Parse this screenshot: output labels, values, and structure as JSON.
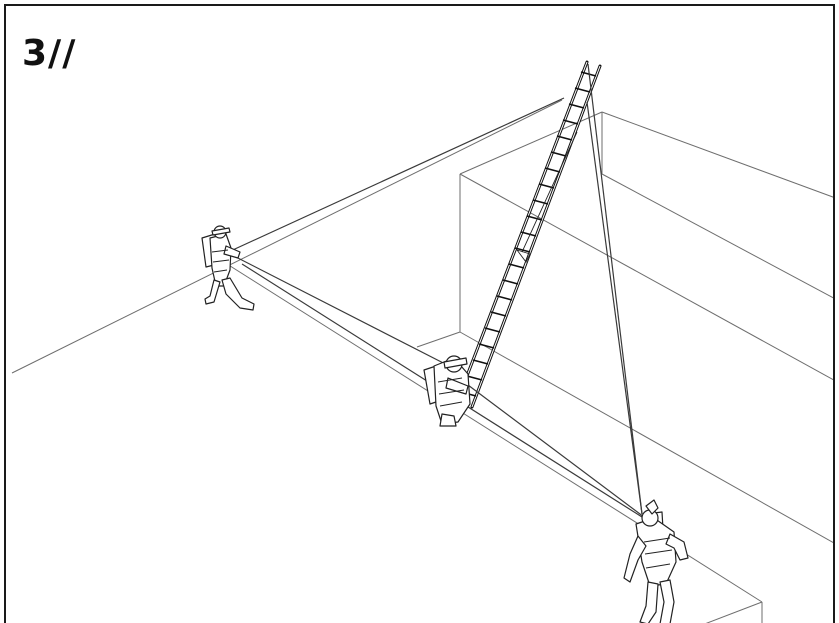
{
  "diagram": {
    "step_label": "3//",
    "background_color": "#ffffff",
    "line_color": "#111111",
    "elements": [
      "building-edges",
      "ladder",
      "guy-rope-left",
      "guy-rope-right",
      "firefighter-left",
      "firefighter-center",
      "firefighter-right"
    ]
  }
}
